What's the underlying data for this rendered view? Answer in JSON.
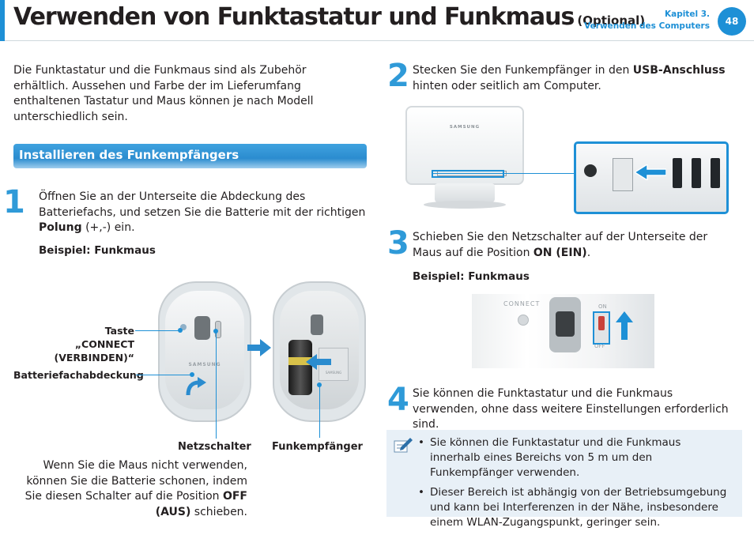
{
  "header": {
    "title": "Verwenden von Funktastatur und Funkmaus",
    "title_suffix": "(Optional)",
    "chapter": "Kapitel 3.",
    "chapter_title": "Verwenden des Computers",
    "page": "48"
  },
  "intro": "Die Funktastatur und die Funkmaus sind als Zubehör erhältlich. Aussehen und Farbe der im Lieferumfang enthaltenen Tastatur und Maus können je nach Modell unterschiedlich sein.",
  "section_title": "Installieren des Funkempfängers",
  "steps": [
    {
      "num": "1",
      "text_before": "Öffnen Sie an der Unterseite die Abdeckung des Batteriefachs, und setzen Sie die Batterie mit der richtigen ",
      "bold": "Polung",
      "text_after": " (+,-) ein."
    },
    {
      "num": "2",
      "text_before": "Stecken Sie den Funkempfänger in den ",
      "bold": "USB-Anschluss",
      "text_after": " hinten oder seitlich am Computer."
    },
    {
      "num": "3",
      "text_before": "Schieben Sie den Netzschalter auf der Unterseite der Maus auf die Position ",
      "bold": "ON (EIN)",
      "text_after": "."
    },
    {
      "num": "4",
      "text_before": "Sie können die Funktastatur und die Funkmaus verwenden, ohne dass weitere Einstellungen erforderlich sind.",
      "bold": "",
      "text_after": ""
    }
  ],
  "example_label": "Beispiel: Funkmaus",
  "callouts": {
    "connect_1": "Taste „CONNECT",
    "connect_2": "(VERBINDEN)“",
    "battery_cover": "Batteriefachabdeckung",
    "power_switch": "Netzschalter",
    "receiver": "Funkempfänger"
  },
  "mouse_brand": "SAMSUNG",
  "computer_brand": "SAMSUNG",
  "receiver_brand": "SAMSUNG",
  "switch_labels": {
    "connect": "CONNECT",
    "on": "ON",
    "off": "OFF"
  },
  "off_note": {
    "text_before": "Wenn Sie die Maus nicht verwenden, können Sie die Batterie schonen, indem Sie diesen Schalter auf die Position ",
    "bold": "OFF (AUS)",
    "text_after": " schieben."
  },
  "notes": [
    "Sie können die Funktastatur und die Funkmaus innerhalb eines Bereichs von 5 m um den Funkempfänger verwenden.",
    "Dieser Bereich ist abhängig von der Betriebsumgebung und kann bei Interferenzen in der Nähe, insbesondere einem WLAN-Zugangspunkt, geringer sein."
  ],
  "colors": {
    "accent": "#1e90d6",
    "step_number": "#2f9ad8",
    "note_bg": "#e8f0f7"
  },
  "icons": {
    "note": "memo-pencil-icon",
    "arrow": "arrow-right-icon",
    "up_arrow": "arrow-up-icon"
  }
}
